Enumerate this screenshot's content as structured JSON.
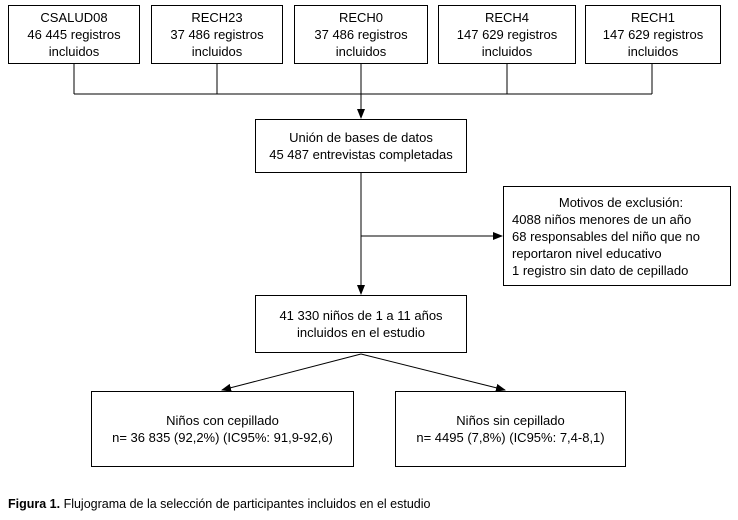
{
  "sources": [
    {
      "name": "CSALUD08",
      "count": "46 445 registros",
      "note": "incluidos"
    },
    {
      "name": "RECH23",
      "count": "37 486 registros",
      "note": "incluidos"
    },
    {
      "name": "RECH0",
      "count": "37 486 registros",
      "note": "incluidos"
    },
    {
      "name": "RECH4",
      "count": "147 629 registros",
      "note": "incluidos"
    },
    {
      "name": "RECH1",
      "count": "147 629 registros",
      "note": "incluidos"
    }
  ],
  "union": {
    "line1": "Unión de bases de datos",
    "line2": "45 487 entrevistas completadas"
  },
  "exclusion": {
    "heading": "Motivos de exclusión:",
    "lines": [
      "4088 niños menores de un año",
      "68 responsables del niño que no",
      "reportaron nivel educativo",
      "1 registro sin dato de cepillado"
    ]
  },
  "included": {
    "line1": "41 330 niños de 1 a 11 años",
    "line2": "incluidos en el estudio"
  },
  "with_brushing": {
    "line1": "Niños con cepillado",
    "line2": "n= 36 835 (92,2%) (IC95%: 91,9-92,6)"
  },
  "without_brushing": {
    "line1": "Niños sin cepillado",
    "line2": "n= 4495 (7,8%) (IC95%: 7,4-8,1)"
  },
  "caption": {
    "label": "Figura 1.",
    "text": " Flujograma de la selección de participantes incluidos en el estudio"
  }
}
